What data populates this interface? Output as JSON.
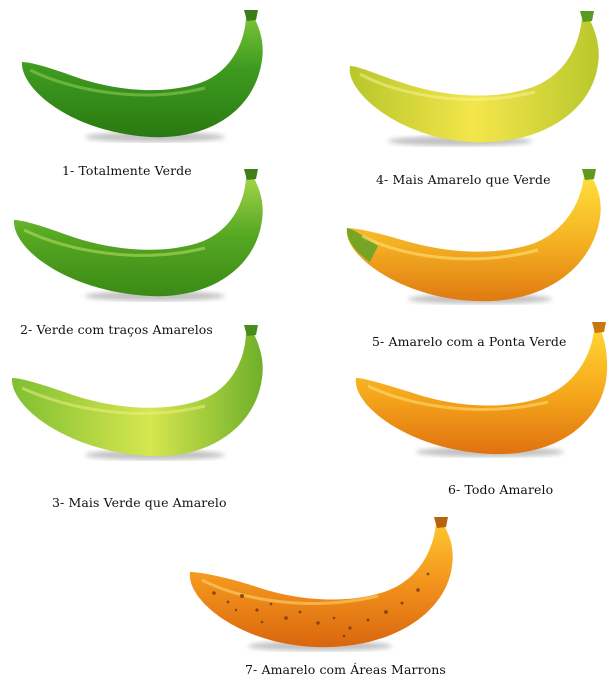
{
  "bananas": [
    {
      "label": "1- Totalmente Verde",
      "stage": 1,
      "body_color": "#3d9a1f",
      "highlight": "#7cc63a",
      "tip_color": "#2f7f14"
    },
    {
      "label": "2- Verde com traços Amarelos",
      "stage": 2,
      "body_color": "#56a823",
      "highlight": "#a6d64a",
      "tip_color": "#3f8c18"
    },
    {
      "label": "3- Mais Verde que Amarelo",
      "stage": 3,
      "body_color": "#8cc63a",
      "highlight": "#dbe85a",
      "tip_color": "#4c9a1c"
    },
    {
      "label": "4- Mais Amarelo que Verde",
      "stage": 4,
      "body_color": "#cfd22e",
      "highlight": "#f5ec55",
      "tip_color": "#5fa322"
    },
    {
      "label": "5- Amarelo com a Ponta Verde",
      "stage": 5,
      "body_color": "#f0a21c",
      "highlight": "#ffe13a",
      "tip_color": "#5e9a20"
    },
    {
      "label": "6- Todo Amarelo",
      "stage": 6,
      "body_color": "#f2a51a",
      "highlight": "#ffd634",
      "tip_color": "#d88412"
    },
    {
      "label": "7- Amarelo com Áreas Marrons",
      "stage": 7,
      "body_color": "#f0881a",
      "highlight": "#ffc730",
      "tip_color": "#c9700f",
      "spots_color": "#7a3a10"
    }
  ]
}
